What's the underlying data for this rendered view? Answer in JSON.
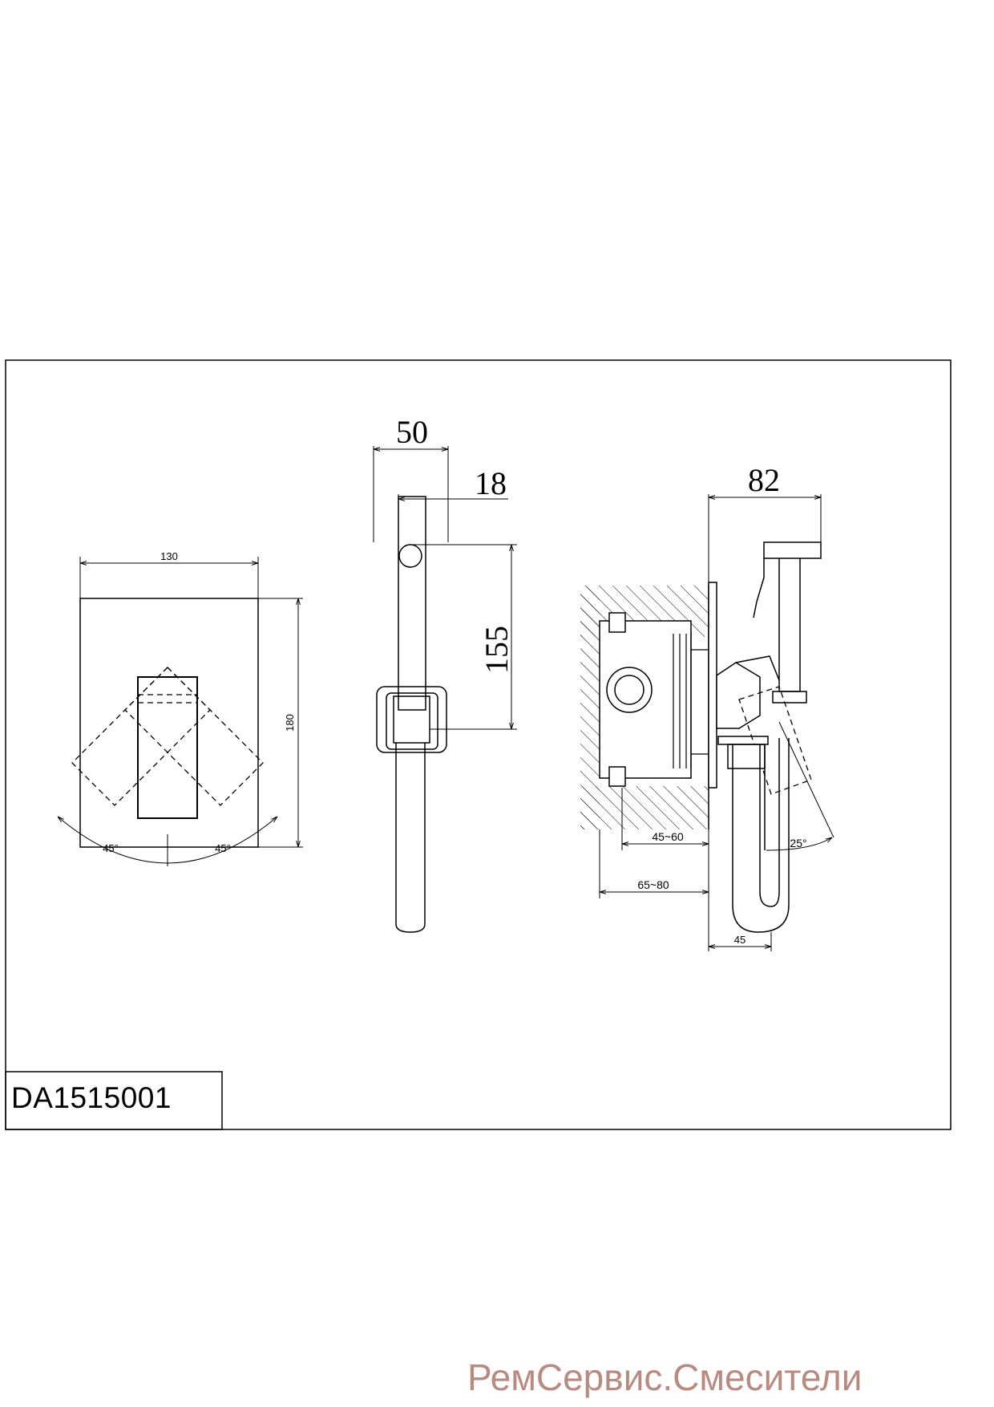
{
  "model_code": "DA1515001",
  "watermark": "РемСервис.Смесители",
  "front_view": {
    "width_dim": "130",
    "height_dim": "180",
    "angle_left": "45°",
    "angle_right": "45°"
  },
  "side_view": {
    "depth_dim": "50",
    "handle_dim": "18",
    "height_dim": "155"
  },
  "install_view": {
    "total_depth_dim": "82",
    "box_depth_dim": "45~60",
    "wall_depth_dim": "65~80",
    "hose_dim": "45",
    "angle_dim": "25°"
  },
  "colors": {
    "line": "#000000",
    "watermark": "#b98a80"
  }
}
